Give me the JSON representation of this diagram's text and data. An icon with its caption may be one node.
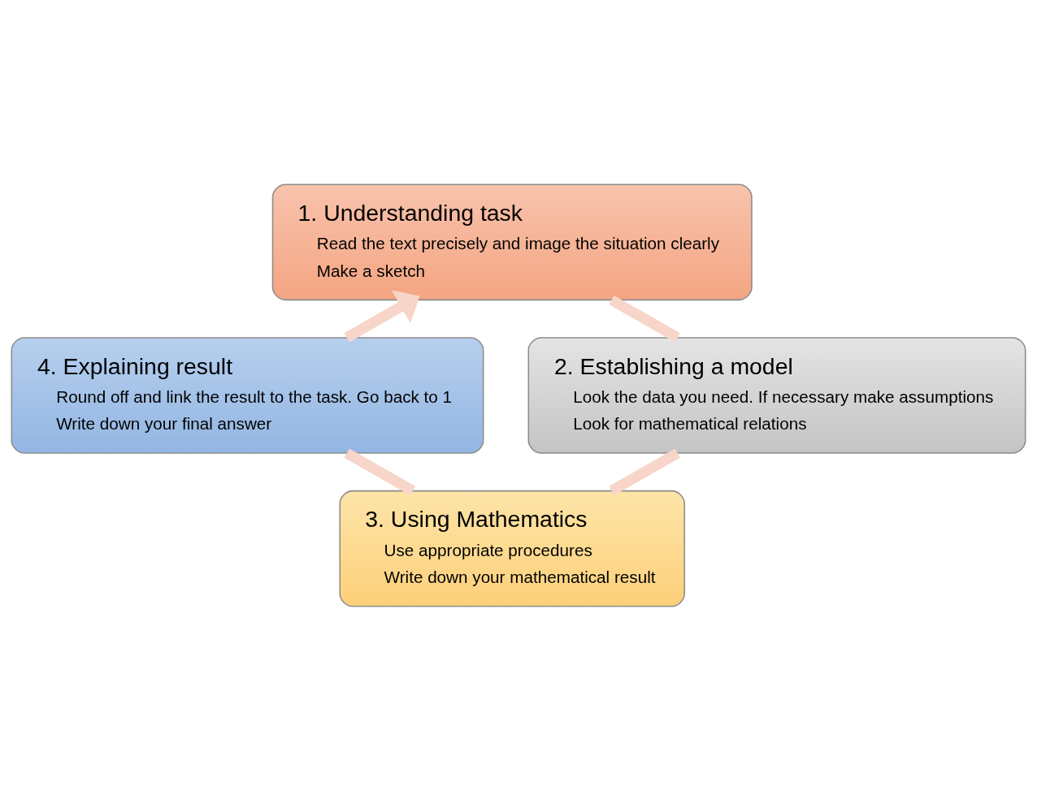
{
  "diagram": {
    "nodes": [
      {
        "text": [
          "1. Understanding task",
          "Read the text precisely and image the situation clearly",
          "Make a sketch"
        ]
      },
      {
        "text": [
          "2. Establishing a model",
          "Look the data you need. If necessary make assumptions",
          "Look for mathematical relations"
        ]
      },
      {
        "text": [
          "3. Using Mathematics",
          "Use appropriate procedures",
          "Write down your mathematical result"
        ]
      },
      {
        "text": [
          "4. Explaining result",
          "Round off and link the result to the task. Go back to 1",
          "Write down your final answer"
        ]
      }
    ],
    "edges": [
      {
        "from": 0,
        "to": 1,
        "arrow": "none"
      },
      {
        "from": 1,
        "to": 2,
        "arrow": "none"
      },
      {
        "from": 2,
        "to": 3,
        "arrow": "none"
      },
      {
        "from": 3,
        "to": 0,
        "arrow": "to"
      }
    ]
  }
}
